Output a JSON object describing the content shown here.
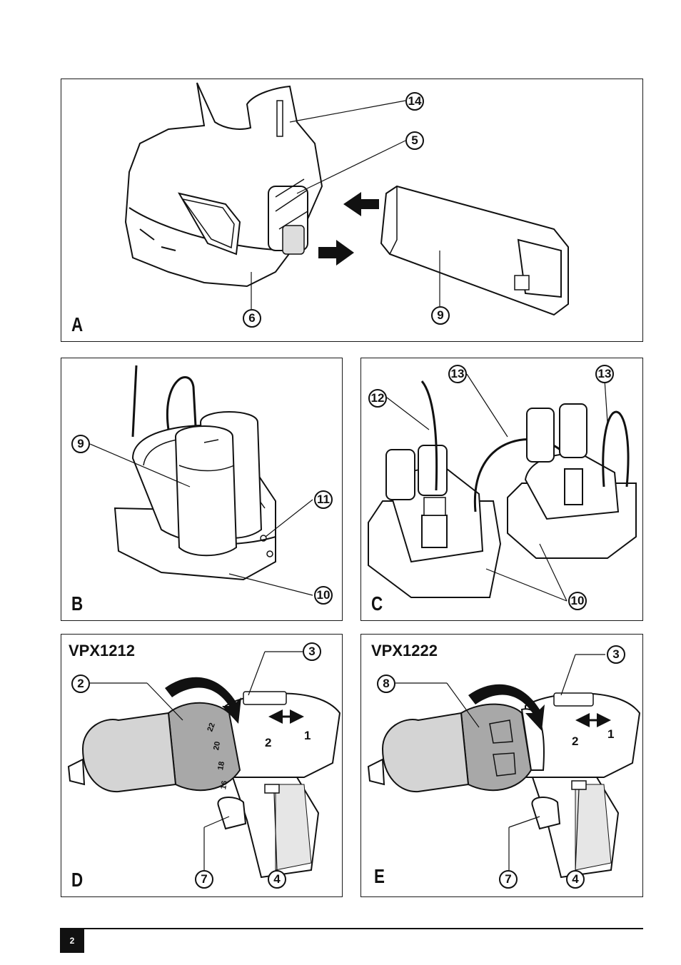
{
  "page_number": "2",
  "panels": {
    "a": {
      "letter": "A",
      "callouts": [
        "14",
        "5",
        "6",
        "9"
      ]
    },
    "b": {
      "letter": "B",
      "callouts": [
        "9",
        "11",
        "10"
      ]
    },
    "c": {
      "letter": "C",
      "callouts": [
        "12",
        "13",
        "13",
        "10"
      ]
    },
    "d": {
      "letter": "D",
      "model": "VPX1212",
      "callouts": [
        "2",
        "3",
        "7",
        "4"
      ],
      "arrow_labels": [
        "2",
        "1"
      ],
      "dial_marks": [
        "16",
        "18",
        "20",
        "22"
      ]
    },
    "e": {
      "letter": "E",
      "model": "VPX1222",
      "callouts": [
        "8",
        "3",
        "7",
        "4"
      ],
      "arrow_labels": [
        "2",
        "1"
      ]
    }
  },
  "icons": {
    "direction_arrow": "block-arrow-icon",
    "lock_symbol": "lock-icon"
  },
  "colors": {
    "ink": "#111111",
    "highlight_grey": "#a8a8a8",
    "page_background": "#ffffff"
  }
}
